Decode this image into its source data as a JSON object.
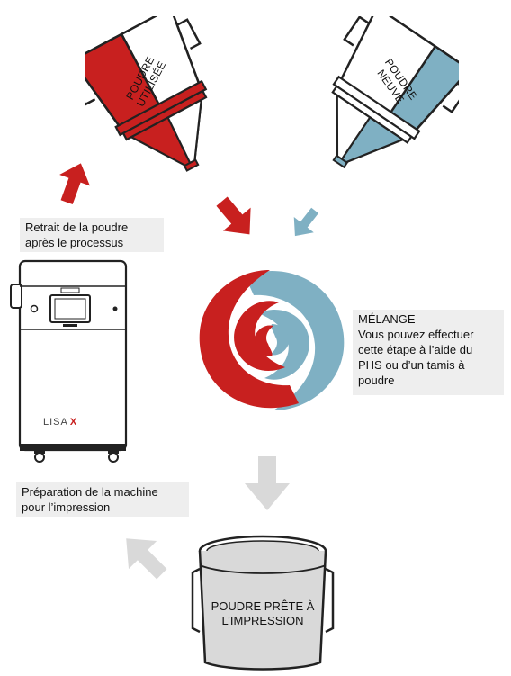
{
  "cones": {
    "used_powder": {
      "label_line1": "POUDRE",
      "label_line2": "UTILISÉE",
      "fill_color": "#c8201f"
    },
    "new_powder": {
      "label_line1": "POUDRE",
      "label_line2": "NEUVE",
      "fill_color": "#7fb0c3"
    }
  },
  "labels": {
    "removal": "Retrait de la poudre après le processus",
    "mixing_title": "MÉLANGE",
    "mixing_body": "Vous pouvez effectuer cette étape à l’aide du PHS ou d’un tamis à poudre",
    "preparation": "Préparation de la machine pour l’impression"
  },
  "bucket": {
    "label_line1": "POUDRE PRÊTE À",
    "label_line2": "L’IMPRESSION"
  },
  "machine": {
    "brand": "LISA",
    "brand_mark": "X"
  },
  "colors": {
    "red": "#c8201f",
    "blue": "#7fb0c3",
    "gray_arrow": "#d9d9d9",
    "label_bg": "#eeeeee"
  }
}
